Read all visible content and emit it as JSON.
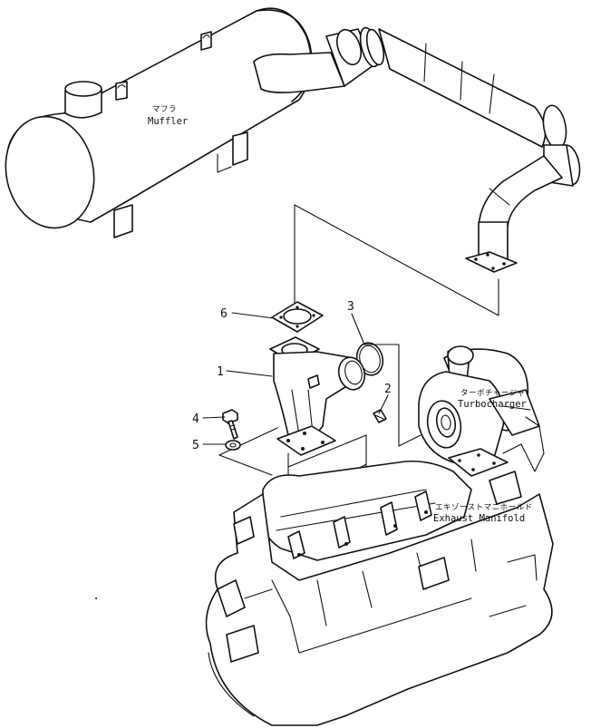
{
  "labels": {
    "muffler_jp": "マフラ",
    "muffler_en": "Muffler",
    "turbo_jp": "ターボチャージャ",
    "turbo_en": "Turbocharger",
    "manifold_jp": "エキゾーストマニホールド",
    "manifold_en": "Exhaust  Manifold"
  },
  "callouts": [
    "1",
    "2",
    "3",
    "4",
    "5",
    "6"
  ],
  "colors": {
    "line": "#111111",
    "background": "#ffffff"
  }
}
